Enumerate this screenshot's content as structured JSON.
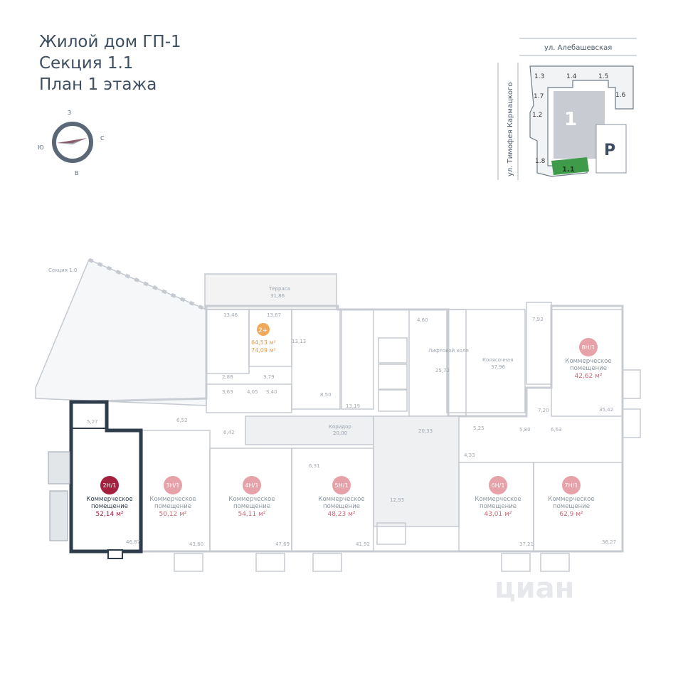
{
  "title": {
    "line1": "Жилой дом ГП-1",
    "line2": "Секция 1.1",
    "line3": "План 1 этажа"
  },
  "compass": {
    "n": "З",
    "s": "В",
    "w": "Ю",
    "e": "С"
  },
  "keyplan": {
    "street_top": "ул. Алебашевская",
    "street_left": "ул. Тимофея Кармацкого",
    "sections": [
      "1.3",
      "1.4",
      "1.5",
      "1.6",
      "1.7",
      "1.2",
      "1.8",
      "1.1"
    ],
    "big_label": "1",
    "parking": "P",
    "highlight_color": "#3f9a4a"
  },
  "plan": {
    "neighbor_label": "Секция 1.0",
    "terrace": {
      "name": "Терраса",
      "area": "31,86"
    },
    "lift_hall": {
      "name": "Лифтовой холл",
      "area": "25,72"
    },
    "stroller": {
      "name": "Колясочная",
      "area": "37,96"
    },
    "corridor": {
      "name": "Коридор",
      "area": "20,00"
    },
    "apartment": {
      "badge": "2+",
      "area1": "64,53 м²",
      "area2": "74,09 м²",
      "badge_color": "#f0a95a"
    },
    "small_areas": [
      "13,46",
      "13,67",
      "13,13",
      "2,88",
      "3,63",
      "4,05",
      "3,40",
      "3,79",
      "8,50",
      "13,19",
      "4,60",
      "7,93",
      "5,27",
      "6,52",
      "6,42",
      "6,31",
      "20,33",
      "5,25",
      "4,33",
      "5,80",
      "6,63",
      "7,20",
      "35,42",
      "12,93",
      "46,87",
      "43,60",
      "47,69",
      "41,92",
      "37,21",
      "36,27"
    ],
    "units": [
      {
        "id": "2Н/1",
        "type": "Коммерческое помещение",
        "area": "52,14 м²",
        "selected": true
      },
      {
        "id": "3Н/1",
        "type": "Коммерческое помещение",
        "area": "50,12 м²"
      },
      {
        "id": "4Н/1",
        "type": "Коммерческое помещение",
        "area": "54,11 м²"
      },
      {
        "id": "5Н/1",
        "type": "Коммерческое помещение",
        "area": "48,23 м²"
      },
      {
        "id": "6Н/1",
        "type": "Коммерческое помещение",
        "area": "43,01 м²"
      },
      {
        "id": "7Н/1",
        "type": "Коммерческое помещение",
        "area": "62,9 м²"
      },
      {
        "id": "8Н/1",
        "type": "Коммерческое помещение",
        "area": "42,62 м²"
      }
    ],
    "colors": {
      "selected_badge": "#a3203e",
      "badge": "#e6a2a8",
      "unit_text": "#c96a78",
      "selected_wall": "#2e3c4c"
    }
  },
  "watermark": "циан"
}
